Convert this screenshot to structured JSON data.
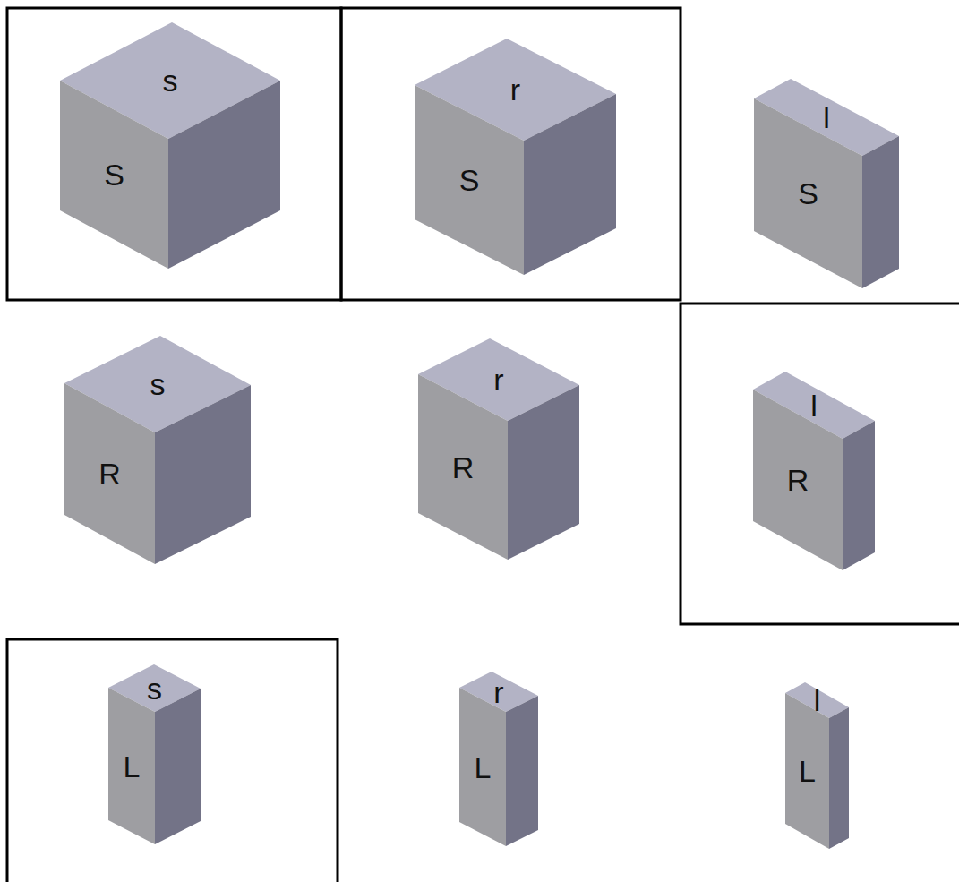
{
  "diagram": {
    "nodes": [
      {
        "text": [
          "s",
          "S"
        ]
      },
      {
        "text": [
          "r",
          "S"
        ]
      },
      {
        "text": [
          "l",
          "S"
        ]
      },
      {
        "text": [
          "s",
          "R"
        ]
      },
      {
        "text": [
          "r",
          "R"
        ]
      },
      {
        "text": [
          "l",
          "R"
        ]
      },
      {
        "text": [
          "s",
          "L"
        ]
      },
      {
        "text": [
          "r",
          "L"
        ]
      },
      {
        "text": [
          "l",
          "L"
        ]
      }
    ]
  }
}
